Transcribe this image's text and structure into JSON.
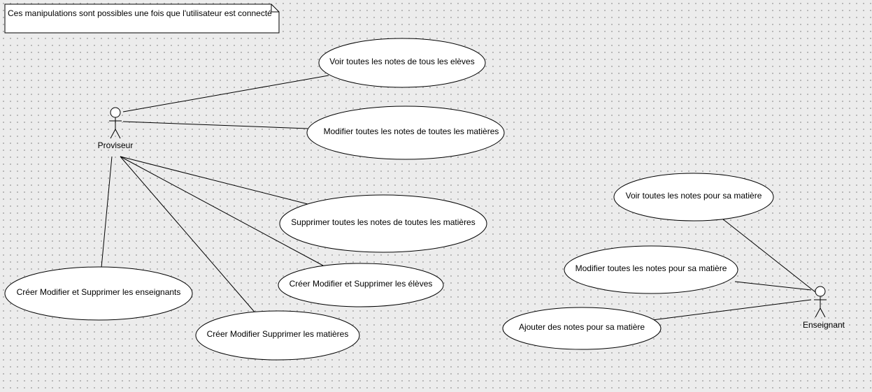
{
  "note": {
    "text": "Ces manipulations sont possibles une fois que l'utilisateur est connecté"
  },
  "actors": {
    "proviseur": {
      "label": "Proviseur"
    },
    "enseignant": {
      "label": "Enseignant"
    }
  },
  "use_cases": {
    "voir_toutes_notes_eleves": {
      "label": "Voir toutes les notes de tous les elèves"
    },
    "modifier_toutes_notes_matieres": {
      "label": "Modifier toutes les notes de toutes les matières"
    },
    "supprimer_toutes_notes_matieres": {
      "label": "Supprimer toutes les notes de toutes les matières"
    },
    "crud_eleves": {
      "label": "Créer Modifier et Supprimer les élèves"
    },
    "crud_enseignants": {
      "label": "Créer Modifier et Supprimer les enseignants"
    },
    "crud_matieres": {
      "label": "Créer Modifier Supprimer les matières"
    },
    "voir_notes_matiere": {
      "label": "Voir toutes les notes pour sa matière"
    },
    "modifier_notes_matiere": {
      "label": "Modifier toutes les notes pour sa matière"
    },
    "ajouter_notes_matiere": {
      "label": "Ajouter des notes pour sa matière"
    }
  }
}
